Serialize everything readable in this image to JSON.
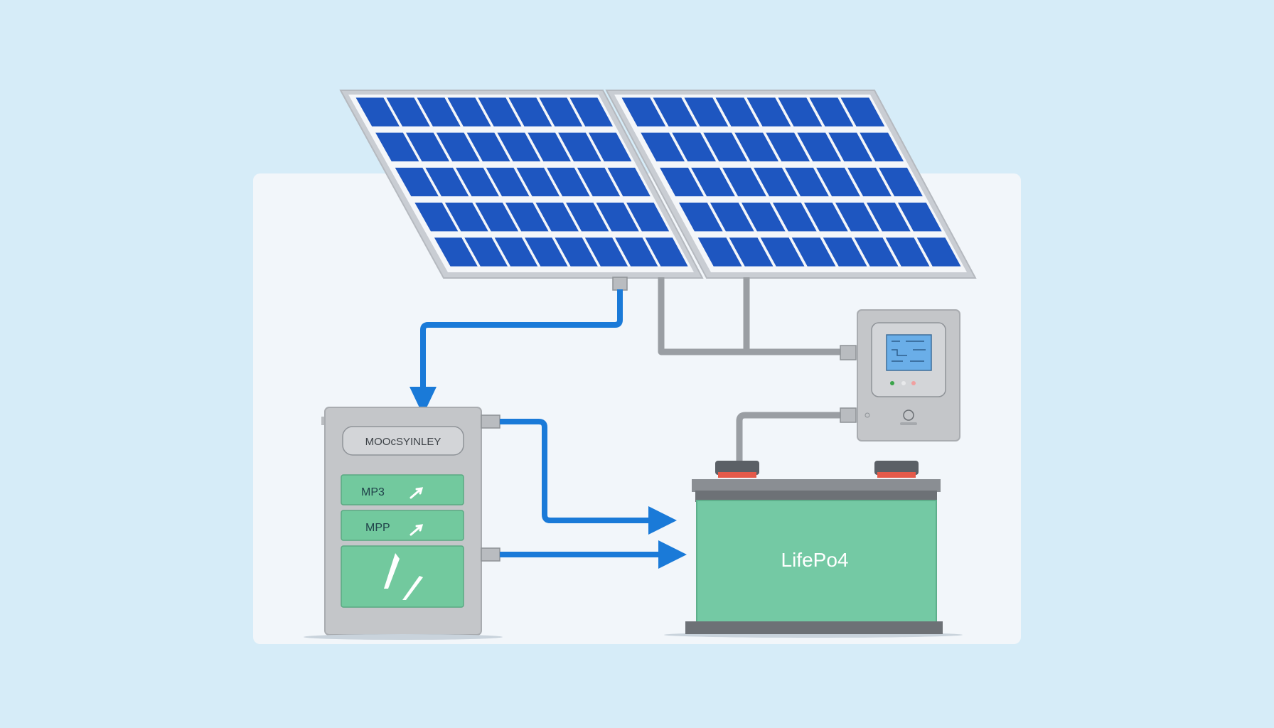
{
  "controller": {
    "brand": "MOOcSYINLEY",
    "slot1": "MP3",
    "slot2": "MPP"
  },
  "battery": {
    "label": "LifePo4"
  },
  "colors": {
    "background": "#d6ecf8",
    "board": "#f2f6fa",
    "panel_cell": "#1e56c0",
    "panel_frame": "#c9cdd3",
    "wire_blue": "#1a7ad8",
    "wire_grey": "#9a9ea3",
    "battery_green": "#74c9a4",
    "controller_green": "#72c99e",
    "enclosure": "#c4c6c9"
  },
  "icons": {
    "controller_slot": "lightning-arrow-icon",
    "controller_main": "lightning-bolt-icon",
    "monitor": "lcd-screen-icon"
  }
}
